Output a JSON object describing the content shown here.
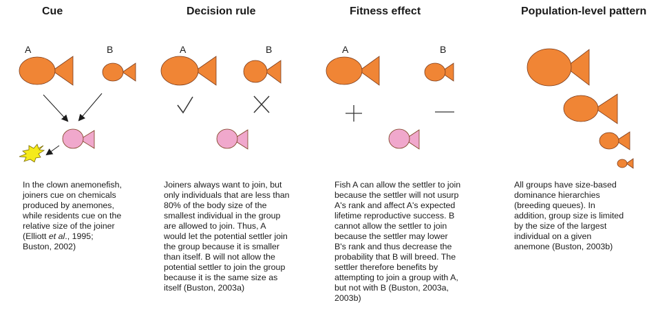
{
  "colors": {
    "fish": "#f08535",
    "settler": "#f0a8cc",
    "outline": "#7a3a1a",
    "burst": "#f5ea1a",
    "stroke": "#333333"
  },
  "icons": {
    "check": "checkmark-icon",
    "cross": "cross-icon",
    "plus": "plus-icon",
    "minus": "minus-icon",
    "burst": "chemical-burst-icon"
  },
  "columns": [
    {
      "heading": "Cue",
      "label_a": "A",
      "label_b": "B",
      "caption_before": "In the clown anemonefish,\njoiners cue on chemicals\nproduced by anemones,\nwhile residents cue on the\nrelative size of the joiner\n(Elliott ",
      "caption_em": "et al",
      "caption_after": "., 1995;\nBuston, 2002)"
    },
    {
      "heading": "Decision rule",
      "label_a": "A",
      "label_b": "B",
      "caption": "Joiners always want to join, but\nonly individuals that are less than\n80% of the body size of the\nsmallest individual in the group\nare allowed to join. Thus, A\nwould let the potential settler join\nthe group because it is smaller\nthan itself.  B will not allow the\npotential settler to join the group\nbecause it is the same size as\nitself (Buston, 2003a)"
    },
    {
      "heading": "Fitness effect",
      "label_a": "A",
      "label_b": "B",
      "caption": "Fish A can allow the settler to join\nbecause the settler will not usurp\nA's rank and affect A's expected\nlifetime reproductive success.  B\ncannot allow the settler to join\nbecause the settler may lower\nB's rank and thus decrease the\nprobability that B will breed. The\nsettler therefore benefits by\nattempting to join a group with A,\nbut not with B (Buston, 2003a,\n2003b)"
    },
    {
      "heading": "Population-level pattern",
      "caption": "All groups have size-based\ndominance hierarchies\n(breeding queues). In\naddition, group size is limited\nby the size of the largest\nindividual on a given\nanemone (Buston, 2003b)"
    }
  ]
}
